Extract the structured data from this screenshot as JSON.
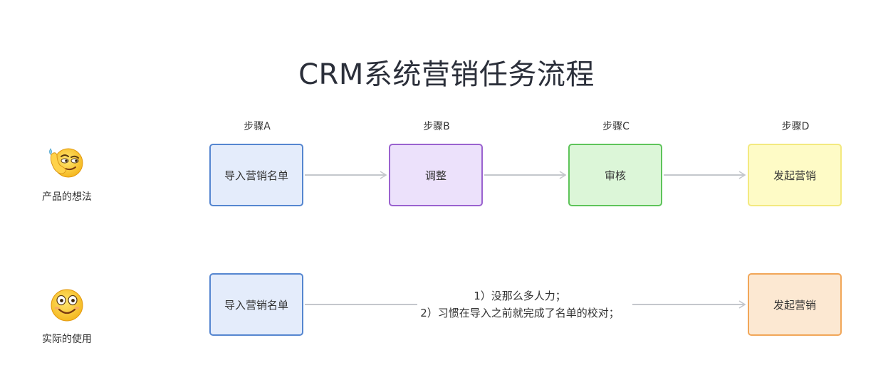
{
  "title": "CRM系统营销任务流程",
  "steps": [
    "步骤A",
    "步骤B",
    "步骤C",
    "步骤D"
  ],
  "rows": {
    "idea": {
      "label": "产品的想法",
      "emoji": "thinking-smirk-emoji",
      "boxes": [
        "导入营销名单",
        "调整",
        "审核",
        "发起营销"
      ]
    },
    "actual": {
      "label": "实际的使用",
      "emoji": "smiling-face-emoji",
      "boxes": [
        "导入营销名单",
        "发起营销"
      ],
      "note": [
        "1）没那么多人力；",
        "2）习惯在导入之前就完成了名单的校对；"
      ]
    }
  },
  "colors": {
    "blue": "#5586d0",
    "purple": "#9a62cf",
    "green": "#5ec45a",
    "yellow": "#f3e97f",
    "orange": "#f1a658",
    "arrow": "#c4c7cc"
  }
}
